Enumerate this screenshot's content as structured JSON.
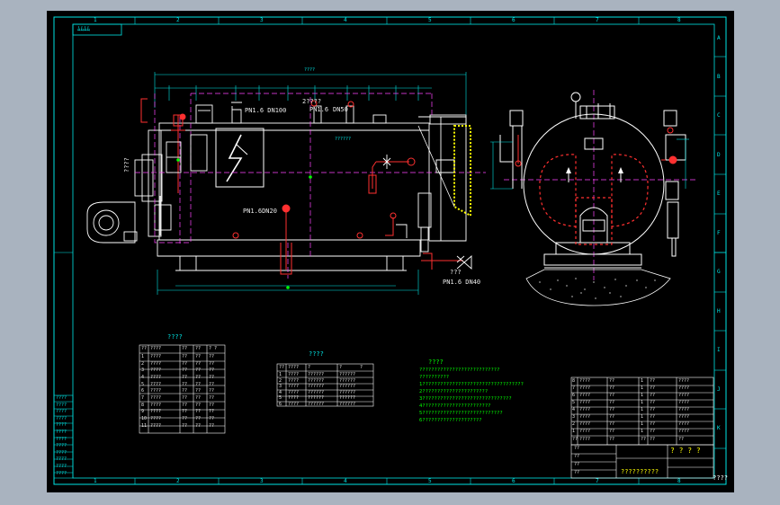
{
  "drawing": {
    "title_stamp": "ﾑﾑﾑﾑ",
    "corner_mark": "????",
    "column_numbers": [
      "1",
      "2",
      "3",
      "4",
      "5",
      "6",
      "7",
      "8"
    ],
    "row_letters": [
      "A",
      "B",
      "C",
      "D",
      "E",
      "F",
      "G",
      "H",
      "I",
      "J",
      "K"
    ]
  },
  "front_view": {
    "label_pn16_dn100": "PN1.6 DN100",
    "label_pn16_dn100_b": "PN1.6",
    "label_dn50": "DN50",
    "label_pn16_dn50_top": "2????",
    "label_pn1_6dn20": "PN1.6DN20",
    "label_drain": "???",
    "label_pn16_dn40": "PN1.6 DN40",
    "label_burner_dim": "????",
    "label_top_dim": "????",
    "label_upper_dim": "??????"
  },
  "parts_table": {
    "title": "????",
    "header": [
      "??",
      "????",
      "??",
      "??",
      "? ?"
    ],
    "rows": [
      [
        "1",
        "????",
        "??",
        "??",
        "??"
      ],
      [
        "2",
        "????",
        "??",
        "??",
        "??"
      ],
      [
        "3",
        "????",
        "??",
        "??",
        "??"
      ],
      [
        "4",
        "????",
        "??",
        "??",
        "??"
      ],
      [
        "5",
        "????",
        "??",
        "??",
        "??"
      ],
      [
        "6",
        "????",
        "??",
        "??",
        "??"
      ],
      [
        "7",
        "????",
        "??",
        "??",
        "??"
      ],
      [
        "8",
        "????",
        "??",
        "??",
        "??"
      ],
      [
        "9",
        "????",
        "??",
        "??",
        "??"
      ],
      [
        "10",
        "????",
        "??",
        "??",
        "??"
      ],
      [
        "11",
        "????",
        "??",
        "??",
        "??"
      ]
    ]
  },
  "spec_table": {
    "title": "????",
    "header": [
      "??",
      "????",
      "?",
      "?",
      "?"
    ],
    "rows": [
      [
        "1",
        "????",
        "??????",
        "??????",
        ""
      ],
      [
        "2",
        "????",
        "??????",
        "??????",
        ""
      ],
      [
        "3",
        "????",
        "??????",
        "??????",
        ""
      ],
      [
        "4",
        "????",
        "??????",
        "??????",
        ""
      ],
      [
        "5",
        "????",
        "??????",
        "??????",
        ""
      ],
      [
        "6",
        "????",
        "??????",
        "??????",
        ""
      ]
    ]
  },
  "notes": {
    "title": "????",
    "lines": [
      "???????????????????????????",
      "??????????",
      "1??????????????????????????????????",
      "2??????????????????????",
      "3??????????????????????????????",
      "4???????????????????????",
      "5???????????????????????????",
      "6????????????????????"
    ]
  },
  "bom_table": {
    "header": [
      "??",
      "????",
      "??",
      "??",
      "??",
      "??"
    ],
    "rows": [
      [
        "8",
        "????",
        "??",
        "1",
        "??",
        "????"
      ],
      [
        "7",
        "????",
        "??",
        "1",
        "??",
        "????"
      ],
      [
        "6",
        "????",
        "??",
        "1",
        "??",
        "????"
      ],
      [
        "5",
        "????",
        "??",
        "1",
        "??",
        "????"
      ],
      [
        "4",
        "????",
        "??",
        "1",
        "??",
        "????"
      ],
      [
        "3",
        "????",
        "??",
        "1",
        "??",
        "????"
      ],
      [
        "2",
        "????",
        "??",
        "1",
        "??",
        "????"
      ],
      [
        "1",
        "????",
        "??",
        "1",
        "??",
        "????"
      ]
    ]
  },
  "title_block": {
    "company": "? ? ? ?",
    "drawing_name": "??????????",
    "rows": [
      "??",
      "??",
      "??",
      "??"
    ]
  },
  "revision_table": {
    "rows": [
      "????",
      "????",
      "????",
      "????",
      "????",
      "????",
      "????",
      "????",
      "????",
      "????",
      "????",
      "????"
    ]
  },
  "colors": {
    "background": "#000000",
    "border": "#00e5e5",
    "outline": "#ffffff",
    "dimension": "#00e5e5",
    "centerline": "#ff44ff",
    "pipe": "#ff3030",
    "insulation": "#ffff00",
    "text": "#00ff00"
  }
}
